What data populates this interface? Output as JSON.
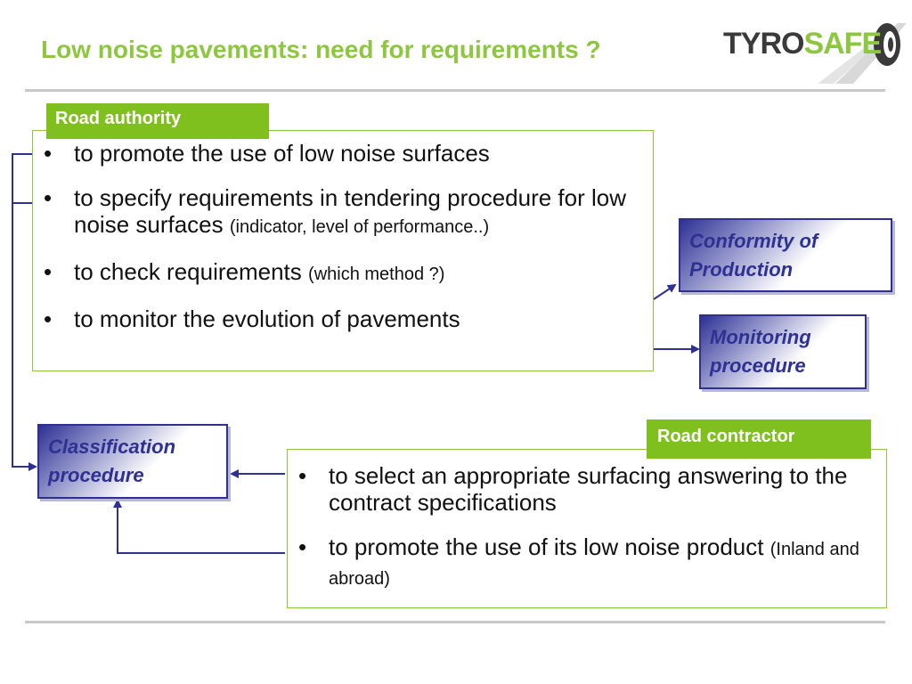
{
  "slide": {
    "title": "Low noise pavements: need for requirements ?",
    "logo": {
      "part1": "TYRO",
      "part2": "SAFE"
    },
    "colors": {
      "green": "#8dc63f",
      "blue": "#2e3192"
    }
  },
  "road_authority": {
    "label": "Road authority",
    "items": [
      {
        "main": "to promote the use of low noise surfaces",
        "note": ""
      },
      {
        "main": "to specify requirements in tendering procedure for low noise surfaces",
        "note": "(indicator, level of performance..)"
      },
      {
        "main": "to check requirements",
        "note": "(which method ?)"
      },
      {
        "main": "to monitor the evolution of pavements",
        "note": ""
      }
    ]
  },
  "road_contractor": {
    "label": "Road contractor",
    "items": [
      {
        "main": "to select an appropriate surfacing answering to the contract specifications",
        "note": ""
      },
      {
        "main": "to promote the use of its low noise product",
        "note": "(Inland and abroad)"
      }
    ]
  },
  "procedures": {
    "conformity": "Conformity of\nProduction",
    "monitoring": "Monitoring\nprocedure",
    "classification": "Classification\nprocedure"
  }
}
